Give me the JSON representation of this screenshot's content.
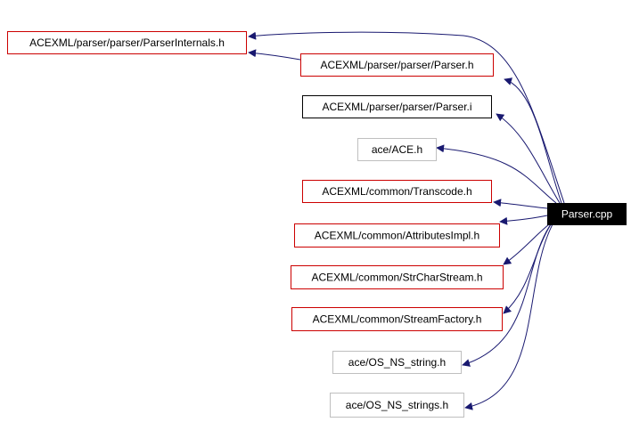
{
  "diagram": {
    "root": {
      "id": "parser_cpp",
      "label": "Parser.cpp",
      "style": "root"
    },
    "nodes": [
      {
        "id": "parser_internals",
        "label": "ACEXML/parser/parser/ParserInternals.h",
        "style": "documented"
      },
      {
        "id": "parser_h",
        "label": "ACEXML/parser/parser/Parser.h",
        "style": "documented"
      },
      {
        "id": "parser_i",
        "label": "ACEXML/parser/parser/Parser.i",
        "style": "plain"
      },
      {
        "id": "ace_h",
        "label": "ace/ACE.h",
        "style": "external"
      },
      {
        "id": "transcode_h",
        "label": "ACEXML/common/Transcode.h",
        "style": "documented"
      },
      {
        "id": "attributes_impl_h",
        "label": "ACEXML/common/AttributesImpl.h",
        "style": "documented"
      },
      {
        "id": "str_char_stream_h",
        "label": "ACEXML/common/StrCharStream.h",
        "style": "documented"
      },
      {
        "id": "stream_factory_h",
        "label": "ACEXML/common/StreamFactory.h",
        "style": "documented"
      },
      {
        "id": "os_ns_string_h",
        "label": "ace/OS_NS_string.h",
        "style": "external"
      },
      {
        "id": "os_ns_strings_h",
        "label": "ace/OS_NS_strings.h",
        "style": "external"
      }
    ],
    "edges": [
      {
        "from": "parser_cpp",
        "to": "parser_internals"
      },
      {
        "from": "parser_cpp",
        "to": "parser_h"
      },
      {
        "from": "parser_cpp",
        "to": "parser_i"
      },
      {
        "from": "parser_cpp",
        "to": "ace_h"
      },
      {
        "from": "parser_cpp",
        "to": "transcode_h"
      },
      {
        "from": "parser_cpp",
        "to": "attributes_impl_h"
      },
      {
        "from": "parser_cpp",
        "to": "str_char_stream_h"
      },
      {
        "from": "parser_cpp",
        "to": "stream_factory_h"
      },
      {
        "from": "parser_cpp",
        "to": "os_ns_string_h"
      },
      {
        "from": "parser_cpp",
        "to": "os_ns_strings_h"
      },
      {
        "from": "parser_h",
        "to": "parser_internals"
      }
    ],
    "colors": {
      "documented_border": "#cc0000",
      "plain_border": "#000000",
      "external_border": "#bfbfbf",
      "root_fill": "#000000",
      "root_text": "#ffffff",
      "text": "#000000",
      "edge": "#191970"
    }
  }
}
